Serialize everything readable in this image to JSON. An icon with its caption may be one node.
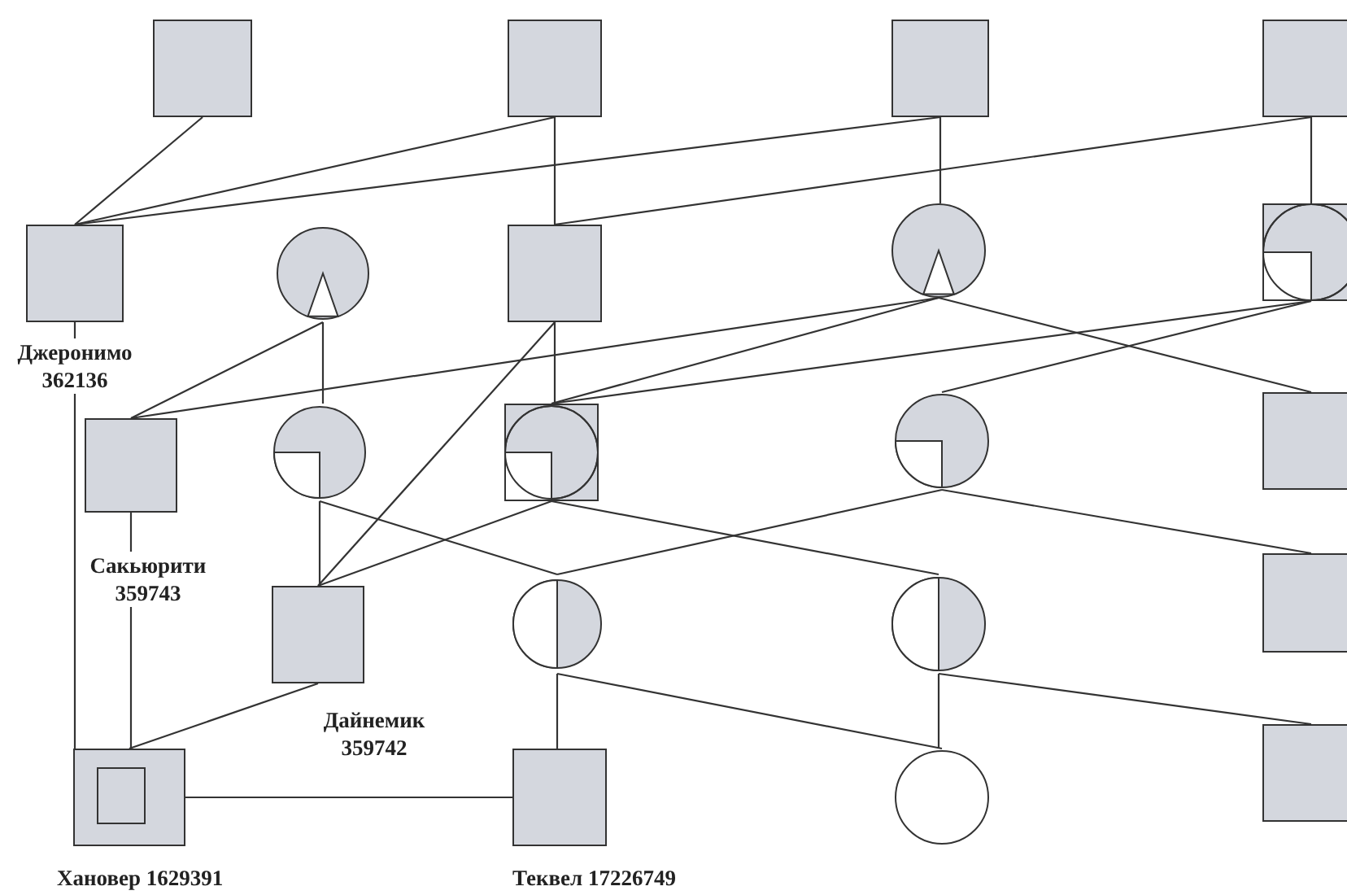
{
  "diagram": {
    "nodes": [
      {
        "text": [],
        "shape": "box"
      },
      {
        "text": [],
        "shape": "box"
      },
      {
        "text": [],
        "shape": "box"
      },
      {
        "text": [],
        "shape": "box"
      },
      {
        "text": [
          "Джеронимо 362136"
        ]
      },
      {
        "text": [],
        "shape": "circle"
      },
      {
        "text": [],
        "shape": "box"
      },
      {
        "text": [],
        "shape": "circle"
      },
      {
        "text": [],
        "shape": "box"
      },
      {
        "text": [
          "Сакьюрити 359743"
        ]
      },
      {
        "text": [],
        "shape": "circle"
      },
      {
        "text": [],
        "shape": "box"
      },
      {
        "text": [],
        "shape": "circle"
      },
      {
        "text": [],
        "shape": "box"
      },
      {
        "text": [
          "Дайнемик 359742"
        ]
      },
      {
        "text": [],
        "shape": "circle"
      },
      {
        "text": [],
        "shape": "circle"
      },
      {
        "text": [],
        "shape": "box"
      },
      {
        "text": [
          "Хановер 1629391"
        ]
      },
      {
        "text": [
          "Теквел 17226749"
        ]
      },
      {
        "text": [],
        "shape": "circle"
      },
      {
        "text": [],
        "shape": "box"
      }
    ],
    "edges": [
      {
        "from": 0,
        "to": 4,
        "arrow": "none"
      },
      {
        "from": 1,
        "to": 4,
        "arrow": "none"
      },
      {
        "from": 2,
        "to": 4,
        "arrow": "none"
      },
      {
        "from": 1,
        "to": 6,
        "arrow": "none"
      },
      {
        "from": 3,
        "to": 6,
        "arrow": "none"
      },
      {
        "from": 2,
        "to": 7,
        "arrow": "none"
      },
      {
        "from": 3,
        "to": 8,
        "arrow": "none"
      },
      {
        "from": 5,
        "to": 9,
        "arrow": "none"
      },
      {
        "from": 5,
        "to": 10,
        "arrow": "none"
      },
      {
        "from": 6,
        "to": 11,
        "arrow": "none"
      },
      {
        "from": 7,
        "to": 9,
        "arrow": "none"
      },
      {
        "from": 7,
        "to": 11,
        "arrow": "none"
      },
      {
        "from": 8,
        "to": 11,
        "arrow": "none"
      },
      {
        "from": 8,
        "to": 12,
        "arrow": "none"
      },
      {
        "from": 7,
        "to": 13,
        "arrow": "none"
      },
      {
        "from": 4,
        "to": 18,
        "arrow": "none"
      },
      {
        "from": 10,
        "to": 14,
        "arrow": "none"
      },
      {
        "from": 6,
        "to": 14,
        "arrow": "none"
      },
      {
        "from": 11,
        "to": 14,
        "arrow": "none"
      },
      {
        "from": 10,
        "to": 15,
        "arrow": "none"
      },
      {
        "from": 11,
        "to": 16,
        "arrow": "none"
      },
      {
        "from": 12,
        "to": 15,
        "arrow": "none"
      },
      {
        "from": 12,
        "to": 17,
        "arrow": "none"
      },
      {
        "from": 9,
        "to": 18,
        "arrow": "none"
      },
      {
        "from": 14,
        "to": 18,
        "arrow": "none"
      },
      {
        "from": 15,
        "to": 19,
        "arrow": "none"
      },
      {
        "from": 15,
        "to": 20,
        "arrow": "none"
      },
      {
        "from": 16,
        "to": 20,
        "arrow": "none"
      },
      {
        "from": 16,
        "to": 21,
        "arrow": "none"
      },
      {
        "from": 18,
        "to": 19,
        "arrow": "none"
      }
    ]
  }
}
